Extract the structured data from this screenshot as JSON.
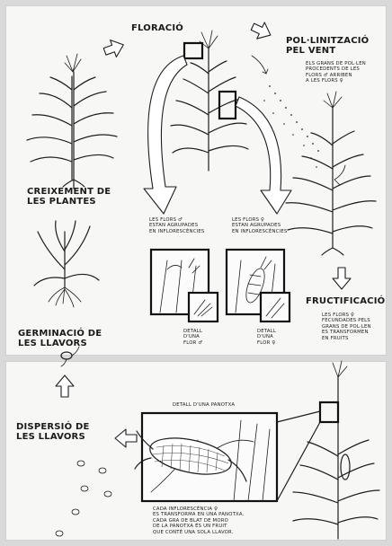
{
  "top": {
    "floracio": "FLORACIÓ",
    "pollinitzacio": [
      "POL·LINITZACIÓ",
      "PEL VENT"
    ],
    "pollen_note": [
      "ELS GRANS DE POL·LEN",
      "PROCEDENTS DE LES",
      "FLORS ♂ ARRIBEN",
      "A LES FLORS ♀"
    ],
    "creixement": [
      "CREIXEMENT DE",
      "LES PLANTES"
    ],
    "flors_male": [
      "LES FLORS ♂",
      "ESTAN AGRUPADES",
      "EN INFLORESCÈNCIES"
    ],
    "flors_female": [
      "LES FLORS ♀",
      "ESTAN AGRUPADES",
      "EN INFLORESCÈNCIES"
    ],
    "fructificacio": "FRUCTIFICACIÓ",
    "fruit_note": [
      "LES FLORS ♀",
      "FECUNDADES PELS",
      "GRANS DE POL·LEN",
      "ES TRANSFORMEN",
      "EN FRUITS"
    ],
    "germinacio": [
      "GERMINACIÓ DE",
      "LES LLAVORS"
    ],
    "detall_male": [
      "DETALL",
      "D'UNA",
      "FLOR ♂"
    ],
    "detall_female": [
      "DETALL",
      "D'UNA",
      "FLOR ♀"
    ]
  },
  "bottom": {
    "dispersio": [
      "DISPERSIÓ DE",
      "LES LLAVORS"
    ],
    "detall_panotxa": "DETALL D'UNA PANOTXA",
    "caption": [
      "CADA INFLORESCÈNCIA ♀",
      "ES TRANSFORMA EN UNA PANOTXA.",
      "CADA GRA DE BLAT DE MORO",
      "DE LA PANOTXA ÉS UN FRUIT",
      "QUE CONTÉ UNA SOLA LLAVOR."
    ]
  },
  "icons": {
    "arrows": [
      "right-arrow",
      "right-arrow",
      "down-arrow",
      "up-arrow",
      "left-arrow"
    ],
    "plants": [
      "maize-plant",
      "maize-seedling",
      "maize-seed",
      "maize-cob"
    ]
  }
}
